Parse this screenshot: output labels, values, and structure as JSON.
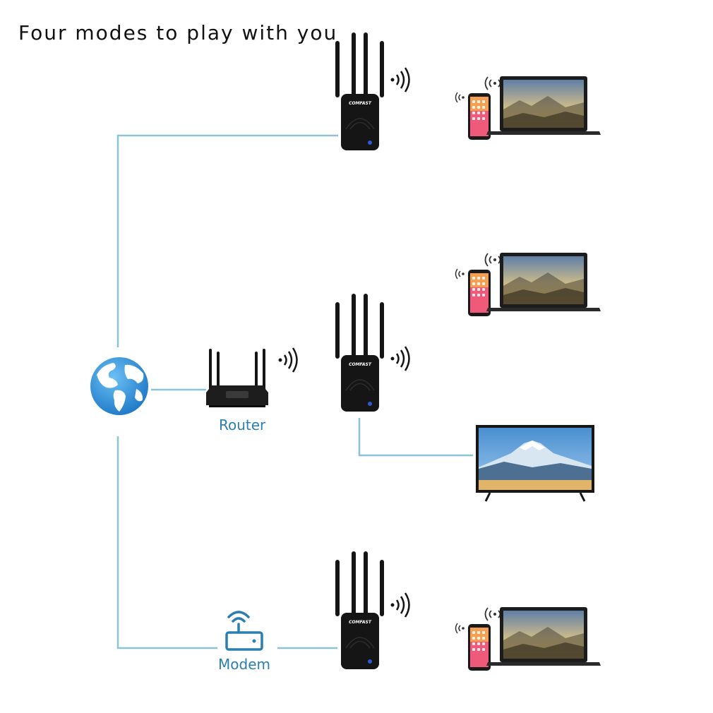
{
  "title": "Four modes to play with you",
  "brand": "COMFAST",
  "labels": {
    "router": "Router",
    "modem": "Modem"
  },
  "colors": {
    "line": "#8cc3d8",
    "label": "#2a7fb0",
    "device": "#151515",
    "globe": "#2b8ed6"
  },
  "icons": [
    "globe-icon",
    "router-icon",
    "modem-icon",
    "repeater-icon",
    "wifi-signal-icon",
    "phone-icon",
    "laptop-icon",
    "tv-icon"
  ]
}
